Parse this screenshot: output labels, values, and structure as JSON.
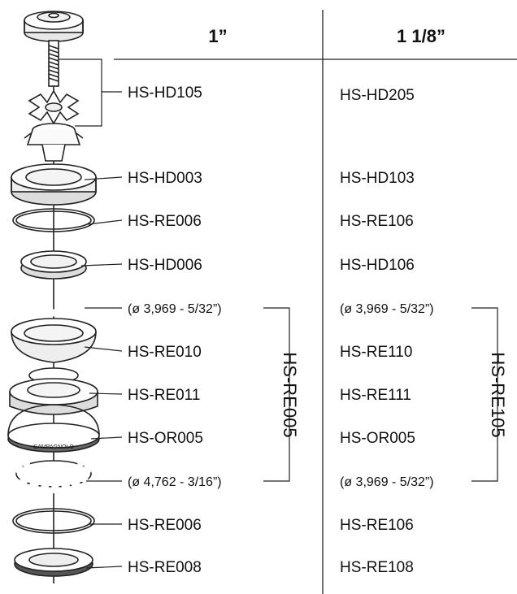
{
  "columns": {
    "left_header": "1”",
    "right_header": "1 1/8”"
  },
  "rows": [
    {
      "part": "top-cap-bolt-star-nut",
      "left": "HS-HD105",
      "right": "HS-HD205"
    },
    {
      "part": "upper-cup",
      "left": "HS-HD003",
      "right": "HS-HD103"
    },
    {
      "part": "seal-ring",
      "left": "HS-RE006",
      "right": "HS-RE106"
    },
    {
      "part": "lock-ring",
      "left": "HS-HD006",
      "right": "HS-HD106"
    },
    {
      "part": "upper-bearing",
      "left": "(ø 3,969 - 5/32”)",
      "right": "(ø 3,969 - 5/32”)"
    },
    {
      "part": "upper-race",
      "left": "HS-RE010",
      "right": "HS-RE110"
    },
    {
      "part": "headtube-cup-top",
      "left": "HS-RE011",
      "right": "HS-RE111"
    },
    {
      "part": "headtube-cup-bottom",
      "left": "HS-OR005",
      "right": "HS-OR005"
    },
    {
      "part": "lower-bearing",
      "left": "(ø 4,762 - 3/16”)",
      "right": "(ø 3,969 - 5/32”)"
    },
    {
      "part": "lower-seal-ring",
      "left": "HS-RE006",
      "right": "HS-RE106"
    },
    {
      "part": "crown-race",
      "left": "HS-RE008",
      "right": "HS-RE108"
    }
  ],
  "groups": {
    "left": "HS-RE005",
    "right": "HS-RE105"
  },
  "drawing": {
    "logo_text": "CAMPAGNOLO"
  }
}
